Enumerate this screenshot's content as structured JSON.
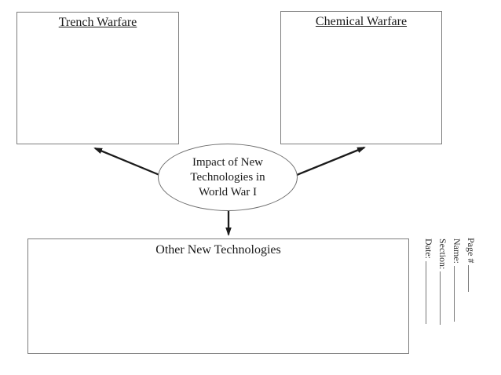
{
  "diagram": {
    "center_ellipse": {
      "lines": [
        "Impact of New",
        "Technologies in",
        "World War I"
      ]
    },
    "boxes": {
      "trench": {
        "title": "Trench Warfare"
      },
      "chemical": {
        "title": "Chemical Warfare"
      },
      "other": {
        "title": "Other New Technologies"
      }
    }
  },
  "header_fields": {
    "date": {
      "label": "Date:"
    },
    "section": {
      "label": "Section:"
    },
    "name": {
      "label": "Name:"
    },
    "page": {
      "label": "Page #"
    }
  },
  "colors": {
    "background": "#ffffff",
    "box_border": "#7d7d7d",
    "ellipse_border": "#6e6e6e",
    "arrow": "#1b1b1b",
    "text": "#1a1a1a",
    "blank_line": "#777777"
  }
}
